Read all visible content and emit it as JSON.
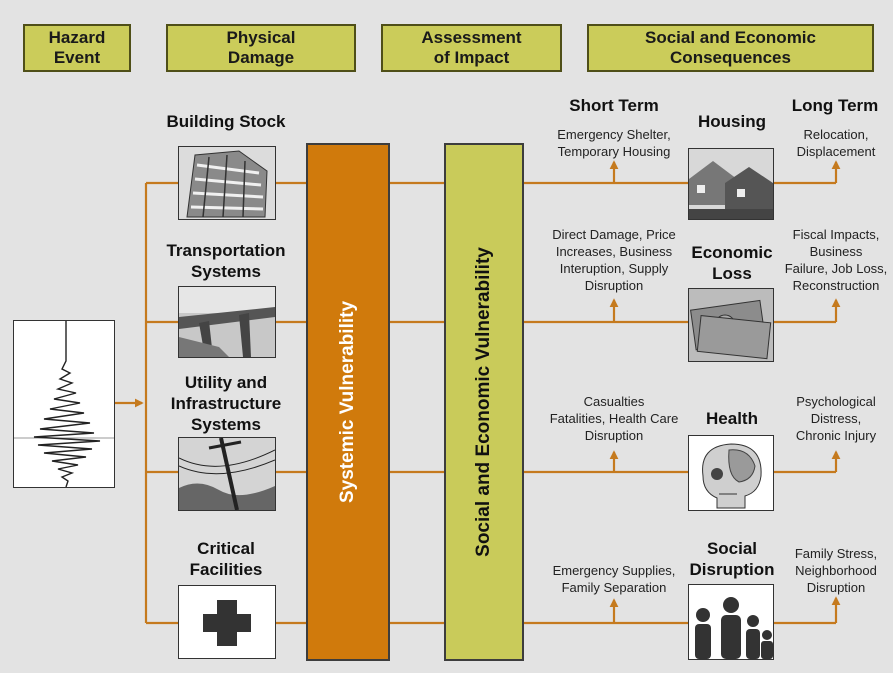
{
  "headers": {
    "hazard": "Hazard\nEvent",
    "physical": "Physical\nDamage",
    "assessment": "Assessment\nof Impact",
    "consequences": "Social and Economic\nConsequences"
  },
  "physical_damage": {
    "building": "Building Stock",
    "transportation": "Transportation\nSystems",
    "utility": "Utility and\nInfrastructure\nSystems",
    "critical": "Critical\nFacilities"
  },
  "bars": {
    "systemic": "Systemic Vulnerability",
    "social_economic": "Social and Economic Vulnerability"
  },
  "columns": {
    "short_term": "Short Term",
    "long_term": "Long Term"
  },
  "consequences": [
    {
      "category": "Housing",
      "short_term": "Emergency Shelter,\nTemporary Housing",
      "long_term": "Relocation,\nDisplacement"
    },
    {
      "category": "Economic\nLoss",
      "short_term": "Direct Damage, Price\nIncreases, Business\nInteruption, Supply\nDisruption",
      "long_term": "Fiscal Impacts,\nBusiness\nFailure, Job Loss,\nReconstruction"
    },
    {
      "category": "Health",
      "short_term": "Casualties\nFatalities, Health Care\nDisruption",
      "long_term": "Psychological\nDistress,\nChronic Injury"
    },
    {
      "category": "Social\nDisruption",
      "short_term": "Emergency Supplies,\nFamily Separation",
      "long_term": "Family Stress,\nNeighborhood\nDisruption"
    }
  ],
  "colors": {
    "background": "#e3e3e3",
    "header_fill": "#cbcc5a",
    "systemic_bar": "#d07a0c",
    "social_bar": "#c9cb5a",
    "connector": "#c57a1e"
  }
}
